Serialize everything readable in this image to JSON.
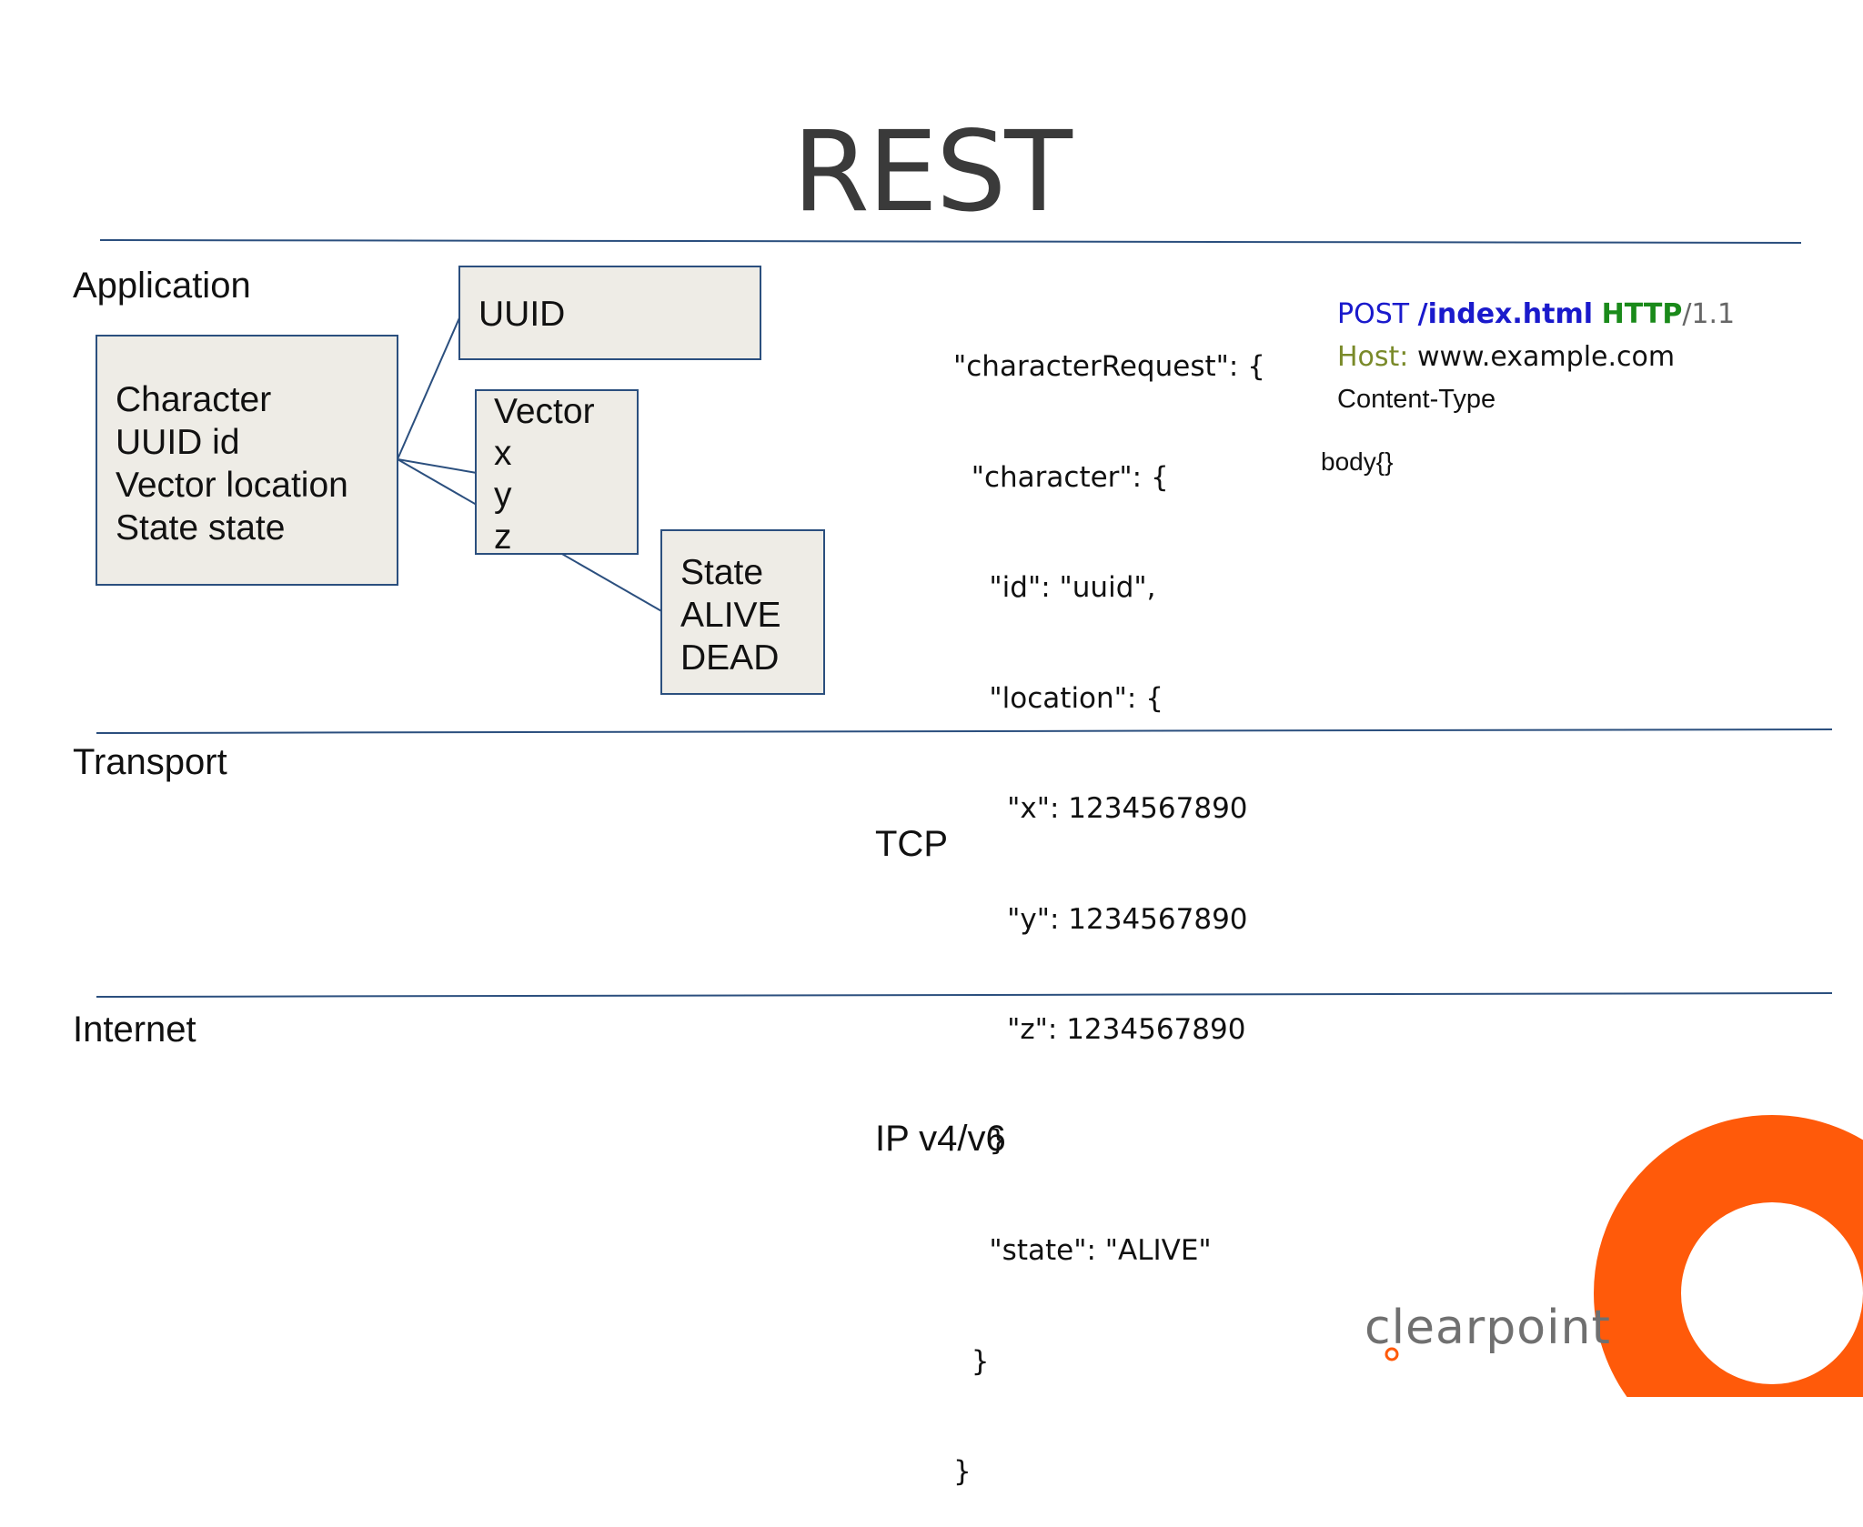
{
  "title": "REST",
  "layers": {
    "application": "Application",
    "transport": "Transport",
    "internet": "Internet"
  },
  "boxes": {
    "character": [
      "Character",
      "UUID id",
      "Vector location",
      "State state"
    ],
    "uuid": [
      "UUID"
    ],
    "vector": [
      "Vector",
      "x",
      "y",
      "z"
    ],
    "state": [
      "State",
      "ALIVE",
      "DEAD"
    ]
  },
  "json_lines": [
    "\"characterRequest\": {",
    "  \"character\": {",
    "    \"id\": \"uuid\",",
    "    \"location\": {",
    "      \"x\": 1234567890",
    "      \"y\": 1234567890",
    "      \"z\": 1234567890",
    "    }",
    "    \"state\": \"ALIVE\"",
    "  }",
    "}"
  ],
  "http": {
    "method": "POST",
    "path": "/index.html",
    "protocol": "HTTP",
    "version": "/1.1",
    "host_key": "Host:",
    "host_value": "www.example.com",
    "content_type": "Content-Type",
    "body": "body{}"
  },
  "transport_protocol": "TCP",
  "internet_protocol": "IP v4/v6",
  "logo": {
    "text": "clearpoint",
    "accent_color": "#ff5a0a"
  },
  "colors": {
    "line": "#2b4f7e",
    "box_fill": "#eeece6"
  }
}
